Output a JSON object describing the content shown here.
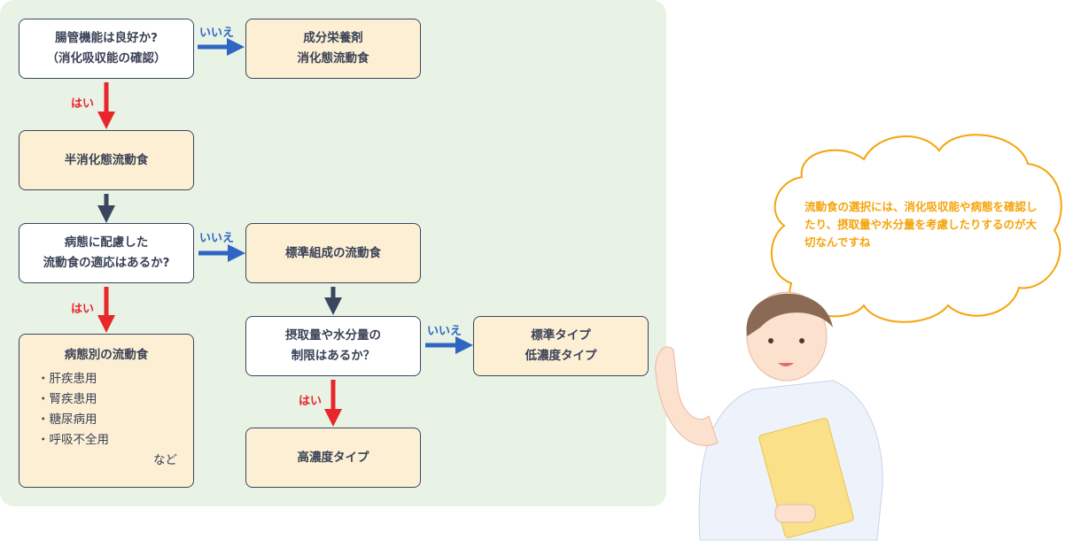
{
  "nodes": {
    "q1": [
      "腸管機能は良好か?",
      "（消化吸収能の確認）"
    ],
    "r1": [
      "成分栄養剤",
      "消化態流動食"
    ],
    "r2": [
      "半消化態流動食"
    ],
    "q2": [
      "病態に配慮した",
      "流動食の適応はあるか?"
    ],
    "r3": [
      "標準組成の流動食"
    ],
    "r4": {
      "title": "病態別の流動食",
      "items": [
        "・肝疾患用",
        "・腎疾患用",
        "・糖尿病用",
        "・呼吸不全用"
      ],
      "etc": "など"
    },
    "q3": [
      "摂取量や水分量の",
      "制限はあるか？"
    ],
    "r5": [
      "標準タイプ",
      "低濃度タイプ"
    ],
    "r6": [
      "高濃度タイプ"
    ]
  },
  "labels": {
    "yes": "はい",
    "no": "いいえ"
  },
  "bubble": {
    "text": "流動食の選択には、消化吸収能や病態を確認したり、摂取量や水分量を考慮したりするのが大切なんですね"
  },
  "colors": {
    "yes": "#e8262b",
    "no": "#2f66c4",
    "neutral": "#3a4660",
    "result_bg": "#fdefd4",
    "panel_bg": "#e8f2e5",
    "bubble": "#f5a40c"
  }
}
